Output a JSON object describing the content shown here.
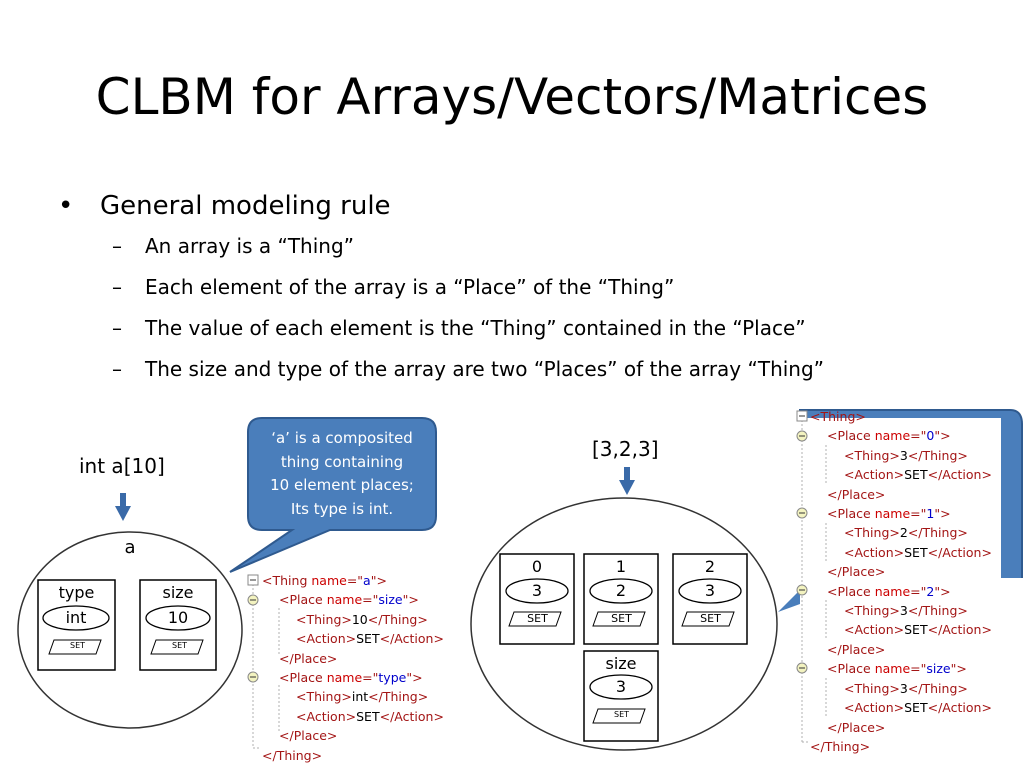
{
  "title": "CLBM for Arrays/Vectors/Matrices",
  "bullet": {
    "symbol": "•",
    "text": "General modeling rule",
    "dash": "–",
    "sub": [
      "An array is a “Thing”",
      "Each element of the array is a “Place” of the “Thing”",
      "The value of each element is the “Thing” contained in the “Place”",
      "The size and type of the array are two “Places” of the array “Thing”"
    ]
  },
  "left_diagram": {
    "declaration": "int a[10]",
    "thing_name": "a",
    "places": [
      {
        "name": "type",
        "value": "int",
        "action": "SET"
      },
      {
        "name": "size",
        "value": "10",
        "action": "SET"
      }
    ]
  },
  "callout": {
    "lines": [
      "‘a’ is a composited",
      "thing  containing",
      "10 element places;",
      "Its type is int."
    ]
  },
  "left_xml": [
    [
      "<",
      "Thing",
      "name",
      "a",
      ">",
      ""
    ],
    [
      "<",
      "Place",
      "name",
      "size",
      ">",
      ""
    ],
    [
      "<",
      "Thing",
      "",
      "",
      ">",
      "10",
      "</",
      "Thing",
      ">"
    ],
    [
      "<",
      "Action",
      "",
      "",
      ">",
      "SET",
      "</",
      "Action",
      ">"
    ],
    [
      "</",
      "Place",
      "",
      "",
      ">",
      ""
    ],
    [
      "<",
      "Place",
      "name",
      "type",
      ">",
      ""
    ],
    [
      "<",
      "Thing",
      "",
      "",
      ">",
      "int",
      "</",
      "Thing",
      ">"
    ],
    [
      "<",
      "Action",
      "",
      "",
      ">",
      "SET",
      "</",
      "Action",
      ">"
    ],
    [
      "</",
      "Place",
      "",
      "",
      ">",
      ""
    ],
    [
      "</",
      "Thing",
      "",
      "",
      ">",
      ""
    ]
  ],
  "right_diagram": {
    "value": "[3,2,3]",
    "places": [
      {
        "name": "0",
        "value": "3",
        "action": "SET"
      },
      {
        "name": "1",
        "value": "2",
        "action": "SET"
      },
      {
        "name": "2",
        "value": "3",
        "action": "SET"
      },
      {
        "name": "size",
        "value": "3",
        "action": "SET"
      }
    ]
  },
  "right_xml": [
    [
      "<",
      "Thing",
      "",
      "",
      ">",
      ""
    ],
    [
      "<",
      "Place",
      "name",
      "0",
      ">",
      ""
    ],
    [
      "<",
      "Thing",
      "",
      "",
      ">",
      "3",
      "</",
      "Thing",
      ">"
    ],
    [
      "<",
      "Action",
      "",
      "",
      ">",
      "SET",
      "</",
      "Action",
      ">"
    ],
    [
      "</",
      "Place",
      "",
      "",
      ">",
      ""
    ],
    [
      "<",
      "Place",
      "name",
      "1",
      ">",
      ""
    ],
    [
      "<",
      "Thing",
      "",
      "",
      ">",
      "2",
      "</",
      "Thing",
      ">"
    ],
    [
      "<",
      "Action",
      "",
      "",
      ">",
      "SET",
      "</",
      "Action",
      ">"
    ],
    [
      "</",
      "Place",
      "",
      "",
      ">",
      ""
    ],
    [
      "<",
      "Place",
      "name",
      "2",
      ">",
      ""
    ],
    [
      "<",
      "Thing",
      "",
      "",
      ">",
      "3",
      "</",
      "Thing",
      ">"
    ],
    [
      "<",
      "Action",
      "",
      "",
      ">",
      "SET",
      "</",
      "Action",
      ">"
    ],
    [
      "</",
      "Place",
      "",
      "",
      ">",
      ""
    ],
    [
      "<",
      "Place",
      "name",
      "size",
      ">",
      ""
    ],
    [
      "<",
      "Thing",
      "",
      "",
      ">",
      "3",
      "</",
      "Thing",
      ">"
    ],
    [
      "<",
      "Action",
      "",
      "",
      ">",
      "SET",
      "</",
      "Action",
      ">"
    ],
    [
      "</",
      "Place",
      "",
      "",
      ">",
      ""
    ],
    [
      "</",
      "Thing",
      "",
      "",
      ">",
      ""
    ]
  ],
  "colors": {
    "callout_fill": "#4a7ebb",
    "callout_border": "#2f5a8f",
    "arrow": "#3a6aa8",
    "xml_tag": "#a31515",
    "xml_attr": "#cc0000",
    "xml_value": "#0000cc"
  }
}
